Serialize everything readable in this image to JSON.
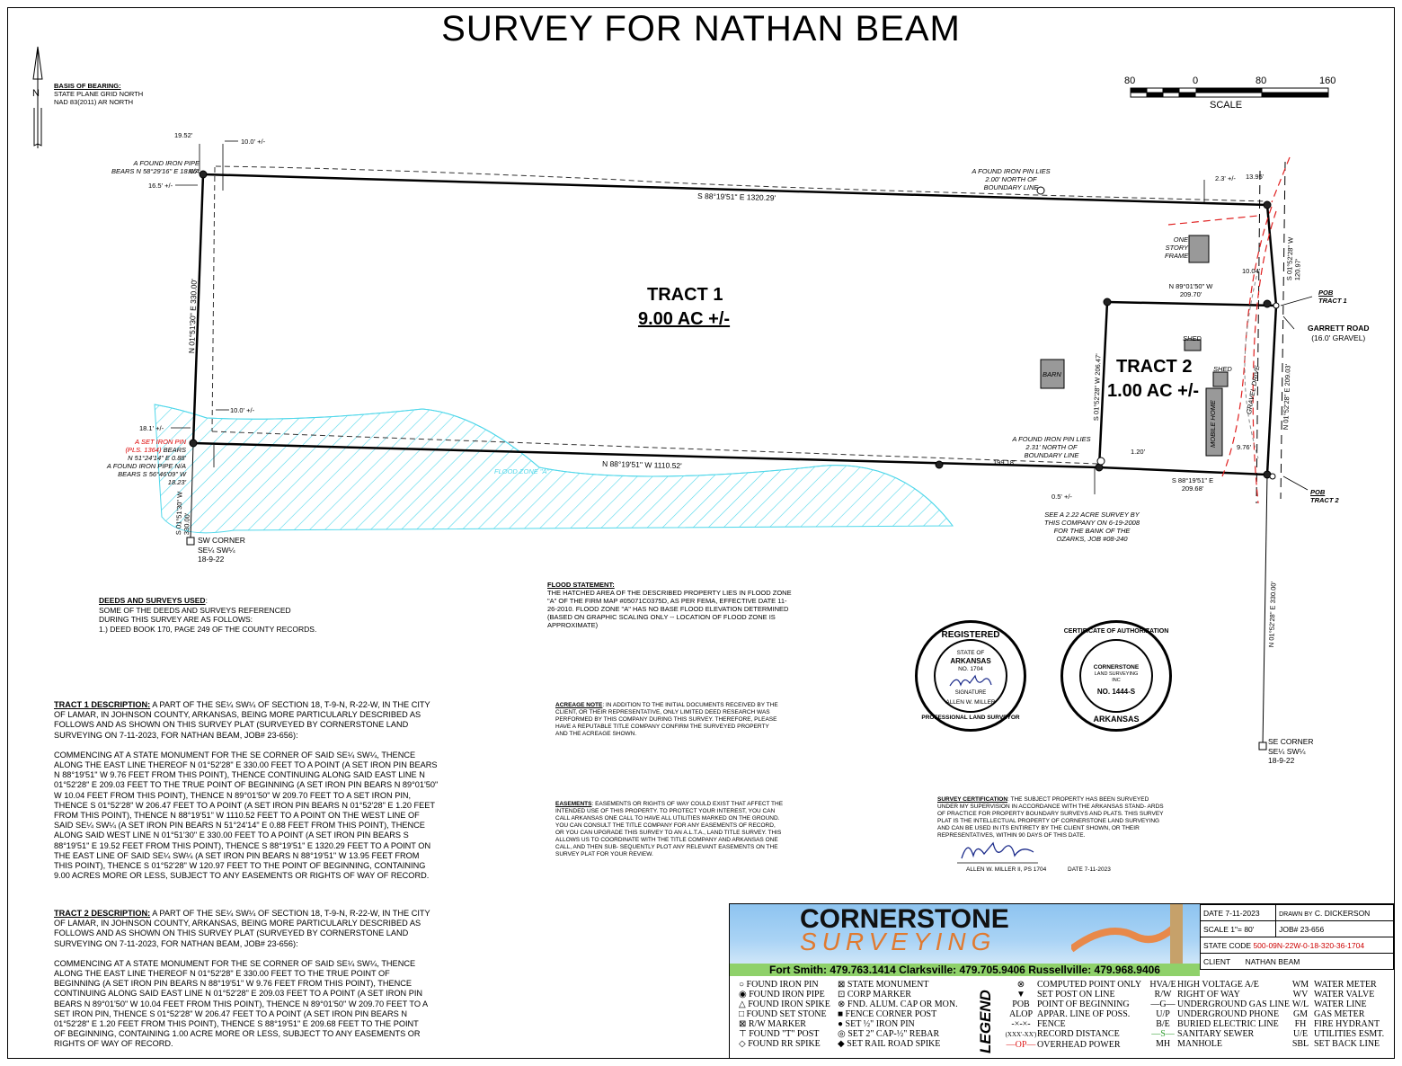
{
  "title": "SURVEY FOR NATHAN BEAM",
  "basis_of_bearing": {
    "heading": "BASIS OF BEARING:",
    "line1": "STATE PLANE GRID NORTH",
    "line2": "NAD 83(2011) AR NORTH"
  },
  "north_label": "N",
  "scale": {
    "ticks": [
      "80",
      "0",
      "80",
      "160"
    ],
    "label": "SCALE"
  },
  "tracts": {
    "tract1_name": "TRACT 1",
    "tract1_area": "9.00 AC +/-",
    "tract2_name": "TRACT 2",
    "tract2_area": "1.00 AC +/-"
  },
  "plan_labels": {
    "l_1952": "19.52'",
    "l_100_top": "10.0' +/-",
    "l_165": "16.5' +/-",
    "l_pipe_nw": "A FOUND IRON PIPE N/A",
    "l_pipe_nw2": "BEARS  N 58°29'16\" E  18.66'",
    "l_top_bearing": "S 88°19'51\" E  1320.29'",
    "l_found_pin_top1": "A FOUND IRON PIN LIES",
    "l_found_pin_top2": "2.00' NORTH OF",
    "l_found_pin_top3": "BOUNDARY LINE",
    "l_23": "2.3' +/-",
    "l_1395": "13.95'",
    "l_west_bearing": "N 01°51'30\" E  330.00'",
    "l_100_left": "10.0' +/-",
    "l_181": "18.1' +/-",
    "l_setpin1": "A SET IRON PIN",
    "l_setpin2": "(PLS. 1364)",
    "l_setpin2b": "BEARS",
    "l_setpin3": "N 51°24'14\" E  0.88'",
    "l_setpin4": "A FOUND IRON PIPE N/A",
    "l_setpin5": "BEARS  S 56°46'09\" W  18.23'",
    "l_south_bearing": "N 88°19'51\" W  1110.52'",
    "l_flood": "FLOOD ZONE \"A\"",
    "l_sw_bearing": "S 01°51'30\" W",
    "l_sw_dist": "330.00'",
    "l_sw1": "SW CORNER",
    "l_sw2": "SE¼ SW¼",
    "l_sw3": "18-9-22",
    "l_one_story1": "ONE",
    "l_one_story2": "STORY",
    "l_one_story3": "FRAME",
    "l_east_top": "S 01°52'28\" W",
    "l_east_top2": "120.97'",
    "l_1004": "10.04'",
    "l_t2_north": "N 89°01'50\" W",
    "l_t2_north2": "209.70'",
    "l_pob1": "POB",
    "l_pob1b": "TRACT 1",
    "l_garrett": "GARRETT ROAD",
    "l_garrett2": "(16.0' GRAVEL)",
    "l_shed1": "SHED",
    "l_shed2": "SHED",
    "l_barn": "BARN",
    "l_gravel": "GRAVEL DRIVE",
    "l_mobile": "MOBILE HOME",
    "l_t2_west": "S 01°52'28\" W  206.47'",
    "l_t2_east": "N 01°52'28\" E  209.03'",
    "l_found_pin_bot1": "A FOUND IRON PIN LIES",
    "l_found_pin_bot2": "2.31' NORTH OF",
    "l_found_pin_bot3": "BOUNDARY LINE",
    "l_120": "1.20'",
    "l_976": "9.76'",
    "l_19918": "199.18'",
    "l_05": "0.5' +/-",
    "l_t2_south": "S 88°19'51\" E",
    "l_t2_south2": "209.68'",
    "l_pob2": "POB",
    "l_pob2b": "TRACT 2",
    "l_see1": "SEE A 2.22 ACRE SURVEY BY",
    "l_see2": "THIS COMPANY ON 6-19-2008",
    "l_see3": "FOR THE BANK OF THE",
    "l_see4": "OZARKS, JOB #08-240",
    "l_se_bearing": "N 01°52'28\" E  330.00'",
    "l_se1": "SE CORNER",
    "l_se2": "SE¼ SW¼",
    "l_se3": "18-9-22"
  },
  "deeds": {
    "heading": "DEEDS AND SURVEYS USED",
    "line1": "SOME OF THE DEEDS AND SURVEYS REFERENCED",
    "line2": "DURING THIS SURVEY ARE AS FOLLOWS:",
    "line3": "1.) DEED BOOK 170, PAGE 249 OF THE COUNTY RECORDS."
  },
  "flood_statement": {
    "heading": "FLOOD STATEMENT:",
    "body": "THE HATCHED AREA OF THE DESCRIBED PROPERTY LIES IN FLOOD ZONE \"A\" OF THE FIRM MAP #05071C0375D, AS PER FEMA, EFFECTIVE DATE 11-26-2010. FLOOD ZONE \"A\" HAS NO BASE FLOOD ELEVATION DETERMINED (BASED ON GRAPHIC SCALING ONLY -- LOCATION OF FLOOD ZONE IS APPROXIMATE)"
  },
  "acreage_note": {
    "heading": "ACREAGE NOTE",
    "body": ": IN ADDITION TO THE INITIAL DOCUMENTS RECEIVED BY THE CLIENT, OR THEIR REPRESENTATIVE, ONLY LIMITED DEED RESEARCH WAS PERFORMED BY THIS COMPANY DURING THIS SURVEY. THEREFORE, PLEASE HAVE A REPUTABLE TITLE COMPANY CONFIRM THE SURVEYED PROPERTY AND THE ACREAGE SHOWN."
  },
  "easements": {
    "heading": "EASEMENTS",
    "body": ": EASEMENTS OR RIGHTS OF WAY COULD EXIST THAT AFFECT THE INTENDED USE OF THIS PROPERTY. TO PROTECT YOUR INTEREST, YOU CAN CALL ARKANSAS ONE CALL TO HAVE ALL UTILITIES MARKED ON THE GROUND. YOU CAN CONSULT THE TITLE COMPANY FOR ANY EASEMENTS OF RECORD, OR YOU CAN UPGRADE THIS SURVEY TO AN A.L.T.A., LAND TITLE SURVEY. THIS ALLOWS US TO COORDINATE WITH THE TITLE COMPANY AND ARKANSAS ONE CALL, AND THEN SUB- SEQUENTLY PLOT ANY RELEVANT EASEMENTS ON THE SURVEY PLAT FOR YOUR REVIEW."
  },
  "certification": {
    "heading": "SURVEY CERTIFICATION",
    "body": ": THE SUBJECT PROPERTY HAS BEEN SURVEYED UNDER MY SUPERVISION IN ACCORDANCE WITH THE ARKANSAS STAND- ARDS OF PRACTICE FOR PROPERTY BOUNDARY SURVEYS AND PLATS. THIS SURVEY PLAT IS THE INTELLECTUAL PROPERTY OF CORNERSTONE LAND SURVEYING AND CAN BE USED IN ITS ENTIRETY BY THE CLIENT SHOWN, OR THEIR REPRESENTATIVES, WITHIN 90 DAYS OF THIS DATE.",
    "signer": "ALLEN W. MILLER II, PS 1704",
    "date": "DATE  7-11-2023"
  },
  "seal1": {
    "top": "REGISTERED",
    "bottom": "PROFESSIONAL LAND SURVEYOR",
    "state1": "STATE OF",
    "state2": "ARKANSAS",
    "no": "NO. 1704",
    "sig": "SIGNATURE",
    "name": "ALLEN W. MILLER"
  },
  "seal2": {
    "top": "CERTIFICATE OF AUTHORIZATION",
    "bottom": "ARKANSAS",
    "inner1": "CORNERSTONE",
    "inner2": "LAND SURVEYING",
    "inner3": "INC",
    "no": "NO. 1444-S"
  },
  "tract1_desc": {
    "heading": "TRACT 1 DESCRIPTION:",
    "p1": " A PART OF THE SE¼ SW¼ OF SECTION 18, T-9-N, R-22-W, IN THE CITY OF LAMAR, IN JOHNSON COUNTY, ARKANSAS, BEING MORE PARTICULARLY DESCRIBED AS FOLLOWS AND AS SHOWN ON THIS SURVEY PLAT (SURVEYED BY CORNERSTONE LAND SURVEYING ON 7-11-2023, FOR NATHAN BEAM, JOB# 23-656):",
    "p2": "COMMENCING AT A STATE MONUMENT FOR THE SE CORNER OF SAID SE¼ SW¼, THENCE ALONG THE EAST LINE THEREOF  N 01°52'28\" E  330.00 FEET TO A POINT (A SET IRON PIN BEARS  N 88°19'51\" W  9.76 FEET FROM THIS POINT), THENCE CONTINUING ALONG SAID EAST LINE  N 01°52'28\" E  209.03 FEET TO THE TRUE POINT OF BEGINNING (A SET IRON PIN BEARS  N 89°01'50\" W  10.04 FEET FROM THIS POINT), THENCE  N 89°01'50\" W 209.70 FEET TO A SET IRON PIN, THENCE  S 01°52'28\" W  206.47 FEET TO A POINT (A SET IRON PIN BEARS  N 01°52'28\" E  1.20 FEET FROM THIS POINT), THENCE  N 88°19'51\" W 1110.52 FEET TO A POINT ON THE WEST LINE OF SAID SE¼ SW¼ (A SET IRON PIN BEARS N 51°24'14\" E  0.88 FEET FROM THIS POINT), THENCE ALONG SAID WEST LINE  N 01°51'30\" E 330.00 FEET TO A POINT (A SET IRON PIN BEARS  S 88°19'51\" E  19.52 FEET FROM THIS POINT), THENCE  S 88°19'51\" E  1320.29 FEET TO A POINT ON THE EAST LINE OF SAID SE¼ SW¼ (A SET IRON PIN BEARS  N 88°19'51\" W  13.95 FEET FROM THIS POINT), THENCE  S 01°52'28\" W 120.97 FEET TO THE POINT OF BEGINNING, CONTAINING 9.00 ACRES MORE OR LESS, SUBJECT TO ANY EASEMENTS OR RIGHTS OF WAY OF RECORD."
  },
  "tract2_desc": {
    "heading": "TRACT 2 DESCRIPTION:",
    "p1": " A PART OF THE SE¼ SW¼ OF SECTION 18, T-9-N, R-22-W, IN THE CITY OF LAMAR, IN JOHNSON COUNTY, ARKANSAS, BEING MORE PARTICULARLY DESCRIBED AS FOLLOWS AND AS SHOWN ON THIS SURVEY PLAT (SURVEYED BY CORNERSTONE LAND SURVEYING ON 7-11-2023, FOR NATHAN BEAM, JOB# 23-656):",
    "p2": "COMMENCING AT A STATE MONUMENT FOR THE SE CORNER OF SAID SE¼ SW¼, THENCE ALONG THE EAST LINE THEREOF  N 01°52'28\" E  330.00 FEET TO THE TRUE POINT OF BEGINNING (A SET IRON PIN BEARS  N 88°19'51\" W  9.76 FEET FROM THIS POINT), THENCE CONTINUING ALONG SAID EAST LINE  N 01°52'28\" E  209.03 FEET TO A POINT (A SET IRON PIN BEARS  N 89°01'50\" W  10.04 FEET FROM THIS POINT), THENCE  N 89°01'50\" W 209.70 FEET TO A SET IRON PIN, THENCE  S 01°52'28\" W  206.47 FEET TO A POINT (A SET IRON PIN BEARS  N 01°52'28\" E  1.20 FEET FROM THIS POINT), THENCE  S 88°19'51\" E 209.68 FEET TO THE POINT OF BEGINNING, CONTAINING 1.00 ACRE MORE OR LESS, SUBJECT TO ANY EASEMENTS OR RIGHTS OF WAY OF RECORD."
  },
  "title_block": {
    "brand1": "CORNERSTONE",
    "brand2": "SURVEYING",
    "phones": "Fort Smith: 479.763.1414  Clarksville: 479.705.9406  Russellville: 479.968.9406",
    "date_label": "DATE",
    "date_value": "7-11-2023",
    "drawn_label": "DRAWN BY",
    "drawn_value": "C. DICKERSON",
    "scale_label": "SCALE",
    "scale_value": "1\"= 80'",
    "job_label": "JOB#",
    "job_value": "23-656",
    "state_code_label": "STATE CODE",
    "state_code_value": "500-09N-22W-0-18-320-36-1704",
    "client_label": "CLIENT",
    "client_value": "NATHAN BEAM"
  },
  "legend": {
    "title": "LEGEND",
    "col1": [
      "FOUND IRON PIN",
      "FOUND IRON PIPE",
      "FOUND IRON SPIKE",
      "FOUND SET STONE",
      "R/W MARKER",
      "FOUND \"T\" POST",
      "FOUND RR SPIKE"
    ],
    "col2": [
      "STATE MONUMENT",
      "CORP MARKER",
      "FND. ALUM. CAP OR MON.",
      "FENCE CORNER POST",
      "SET ½\" IRON PIN",
      "SET 2\" CAP-½\" REBAR",
      "SET RAIL ROAD SPIKE"
    ],
    "col3_abbr": [
      "",
      "",
      "POB",
      "ALOP",
      "",
      "(XXX'-XX')",
      ""
    ],
    "col3": [
      "COMPUTED POINT ONLY",
      "SET POST ON LINE",
      "POINT OF BEGINNING",
      "APPAR. LINE OF POSS.",
      "FENCE",
      "RECORD DISTANCE",
      "OVERHEAD POWER"
    ],
    "col4_abbr": [
      "HVA/E",
      "R/W",
      "",
      "U/P",
      "B/E",
      "",
      "MH"
    ],
    "col4": [
      "HIGH VOLTAGE A/E",
      "RIGHT OF WAY",
      "UNDERGROUND GAS LINE",
      "UNDERGROUND PHONE",
      "BURIED ELECTRIC LINE",
      "SANITARY SEWER",
      "MANHOLE"
    ],
    "col5_abbr": [
      "WM",
      "WV",
      "W/L",
      "GM",
      "FH",
      "U/E",
      "SBL"
    ],
    "col5": [
      "WATER METER",
      "WATER VALVE",
      "WATER LINE",
      "GAS METER",
      "FIRE HYDRANT",
      "UTILITIES ESMT.",
      "SET BACK LINE"
    ]
  }
}
